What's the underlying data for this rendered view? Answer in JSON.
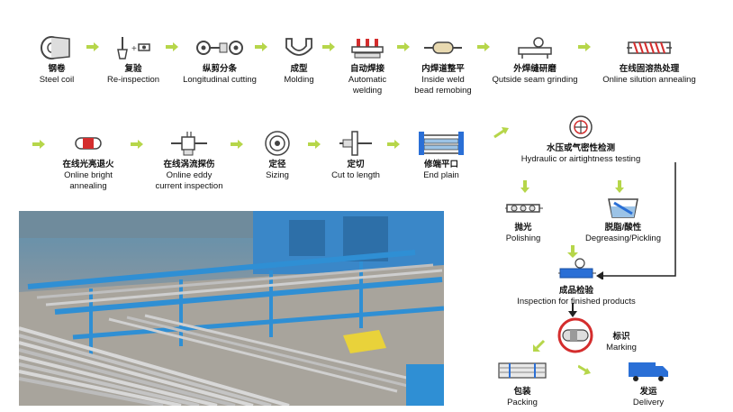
{
  "steps": [
    {
      "cn": "钢卷",
      "en": [
        "Steel coil"
      ],
      "icon": "steel-coil-icon"
    },
    {
      "cn": "复验",
      "en": [
        "Re-inspection"
      ],
      "icon": "re-inspection-icon"
    },
    {
      "cn": "纵剪分条",
      "en": [
        "Longitudinal cutting"
      ],
      "icon": "longitudinal-cutting-icon"
    },
    {
      "cn": "成型",
      "en": [
        "Molding"
      ],
      "icon": "molding-icon"
    },
    {
      "cn": "自动焊接",
      "en": [
        "Automatic",
        "welding"
      ],
      "icon": "welding-icon"
    },
    {
      "cn": "内焊道整平",
      "en": [
        "Inside weld",
        "bead remobing"
      ],
      "icon": "inside-weld-icon"
    },
    {
      "cn": "外焊缝研磨",
      "en": [
        "Qutside seam grinding"
      ],
      "icon": "seam-grinding-icon"
    },
    {
      "cn": "在线固溶热处理",
      "en": [
        "Online silution annealing"
      ],
      "icon": "solution-annealing-icon"
    },
    {
      "cn": "在线光亮退火",
      "en": [
        "Online bright",
        "annealing"
      ],
      "icon": "bright-annealing-icon"
    },
    {
      "cn": "在线涡流探伤",
      "en": [
        "Online eddy",
        "current inspection"
      ],
      "icon": "eddy-current-icon"
    },
    {
      "cn": "定径",
      "en": [
        "Sizing"
      ],
      "icon": "sizing-icon"
    },
    {
      "cn": "定切",
      "en": [
        "Cut to length"
      ],
      "icon": "cut-icon"
    },
    {
      "cn": "修端平口",
      "en": [
        "End plain"
      ],
      "icon": "end-plain-icon"
    },
    {
      "cn": "水压或气密性检测",
      "en": [
        "Hydraulic or airtightness testing"
      ],
      "icon": "pressure-test-icon"
    },
    {
      "cn": "抛光",
      "en": [
        "Polishing"
      ],
      "icon": "polishing-icon"
    },
    {
      "cn": "脱脂/酸性",
      "en": [
        "Degreasing/Pickling"
      ],
      "icon": "pickling-icon"
    },
    {
      "cn": "成品检验",
      "en": [
        "Inspection for finished products"
      ],
      "icon": "final-inspection-icon"
    },
    {
      "cn": "标识",
      "en": [
        "Marking"
      ],
      "icon": "marking-icon"
    },
    {
      "cn": "包装",
      "en": [
        "Packing"
      ],
      "icon": "packing-icon"
    },
    {
      "cn": "发运",
      "en": [
        "Delivery"
      ],
      "icon": "delivery-icon"
    }
  ],
  "colors": {
    "arrow": "#b6d64a",
    "icon": "#555555",
    "accent": "#d42d2d",
    "blue": "#2a6fd6"
  }
}
